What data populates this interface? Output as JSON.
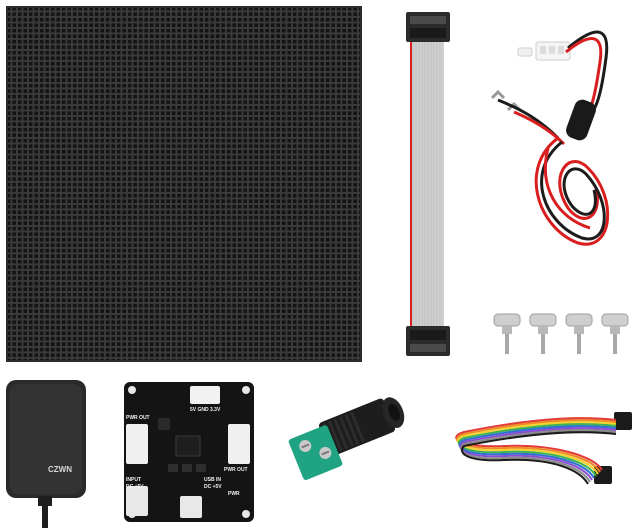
{
  "products": {
    "adapter": {
      "logo": "CZWN"
    },
    "driver_board": {
      "label_pwr_out_left": "PWR OUT",
      "label_pins": "5V GND 3.3V",
      "label_pwr_out_right": "PWR OUT",
      "label_input": "INPUT",
      "label_input_spec": "DC +5V",
      "label_usb_in": "USB IN",
      "label_usb_spec": "DC +5V",
      "label_pwr": "PWR"
    }
  },
  "colors": {
    "panel": "#2a2a2a",
    "pixel": "#111111",
    "ribbon_gray": "#cfcfcf",
    "wire_red": "#d81e1e",
    "wire_black": "#1c1c1c",
    "terminal_green": "#1fa383",
    "board_black": "#141414"
  }
}
